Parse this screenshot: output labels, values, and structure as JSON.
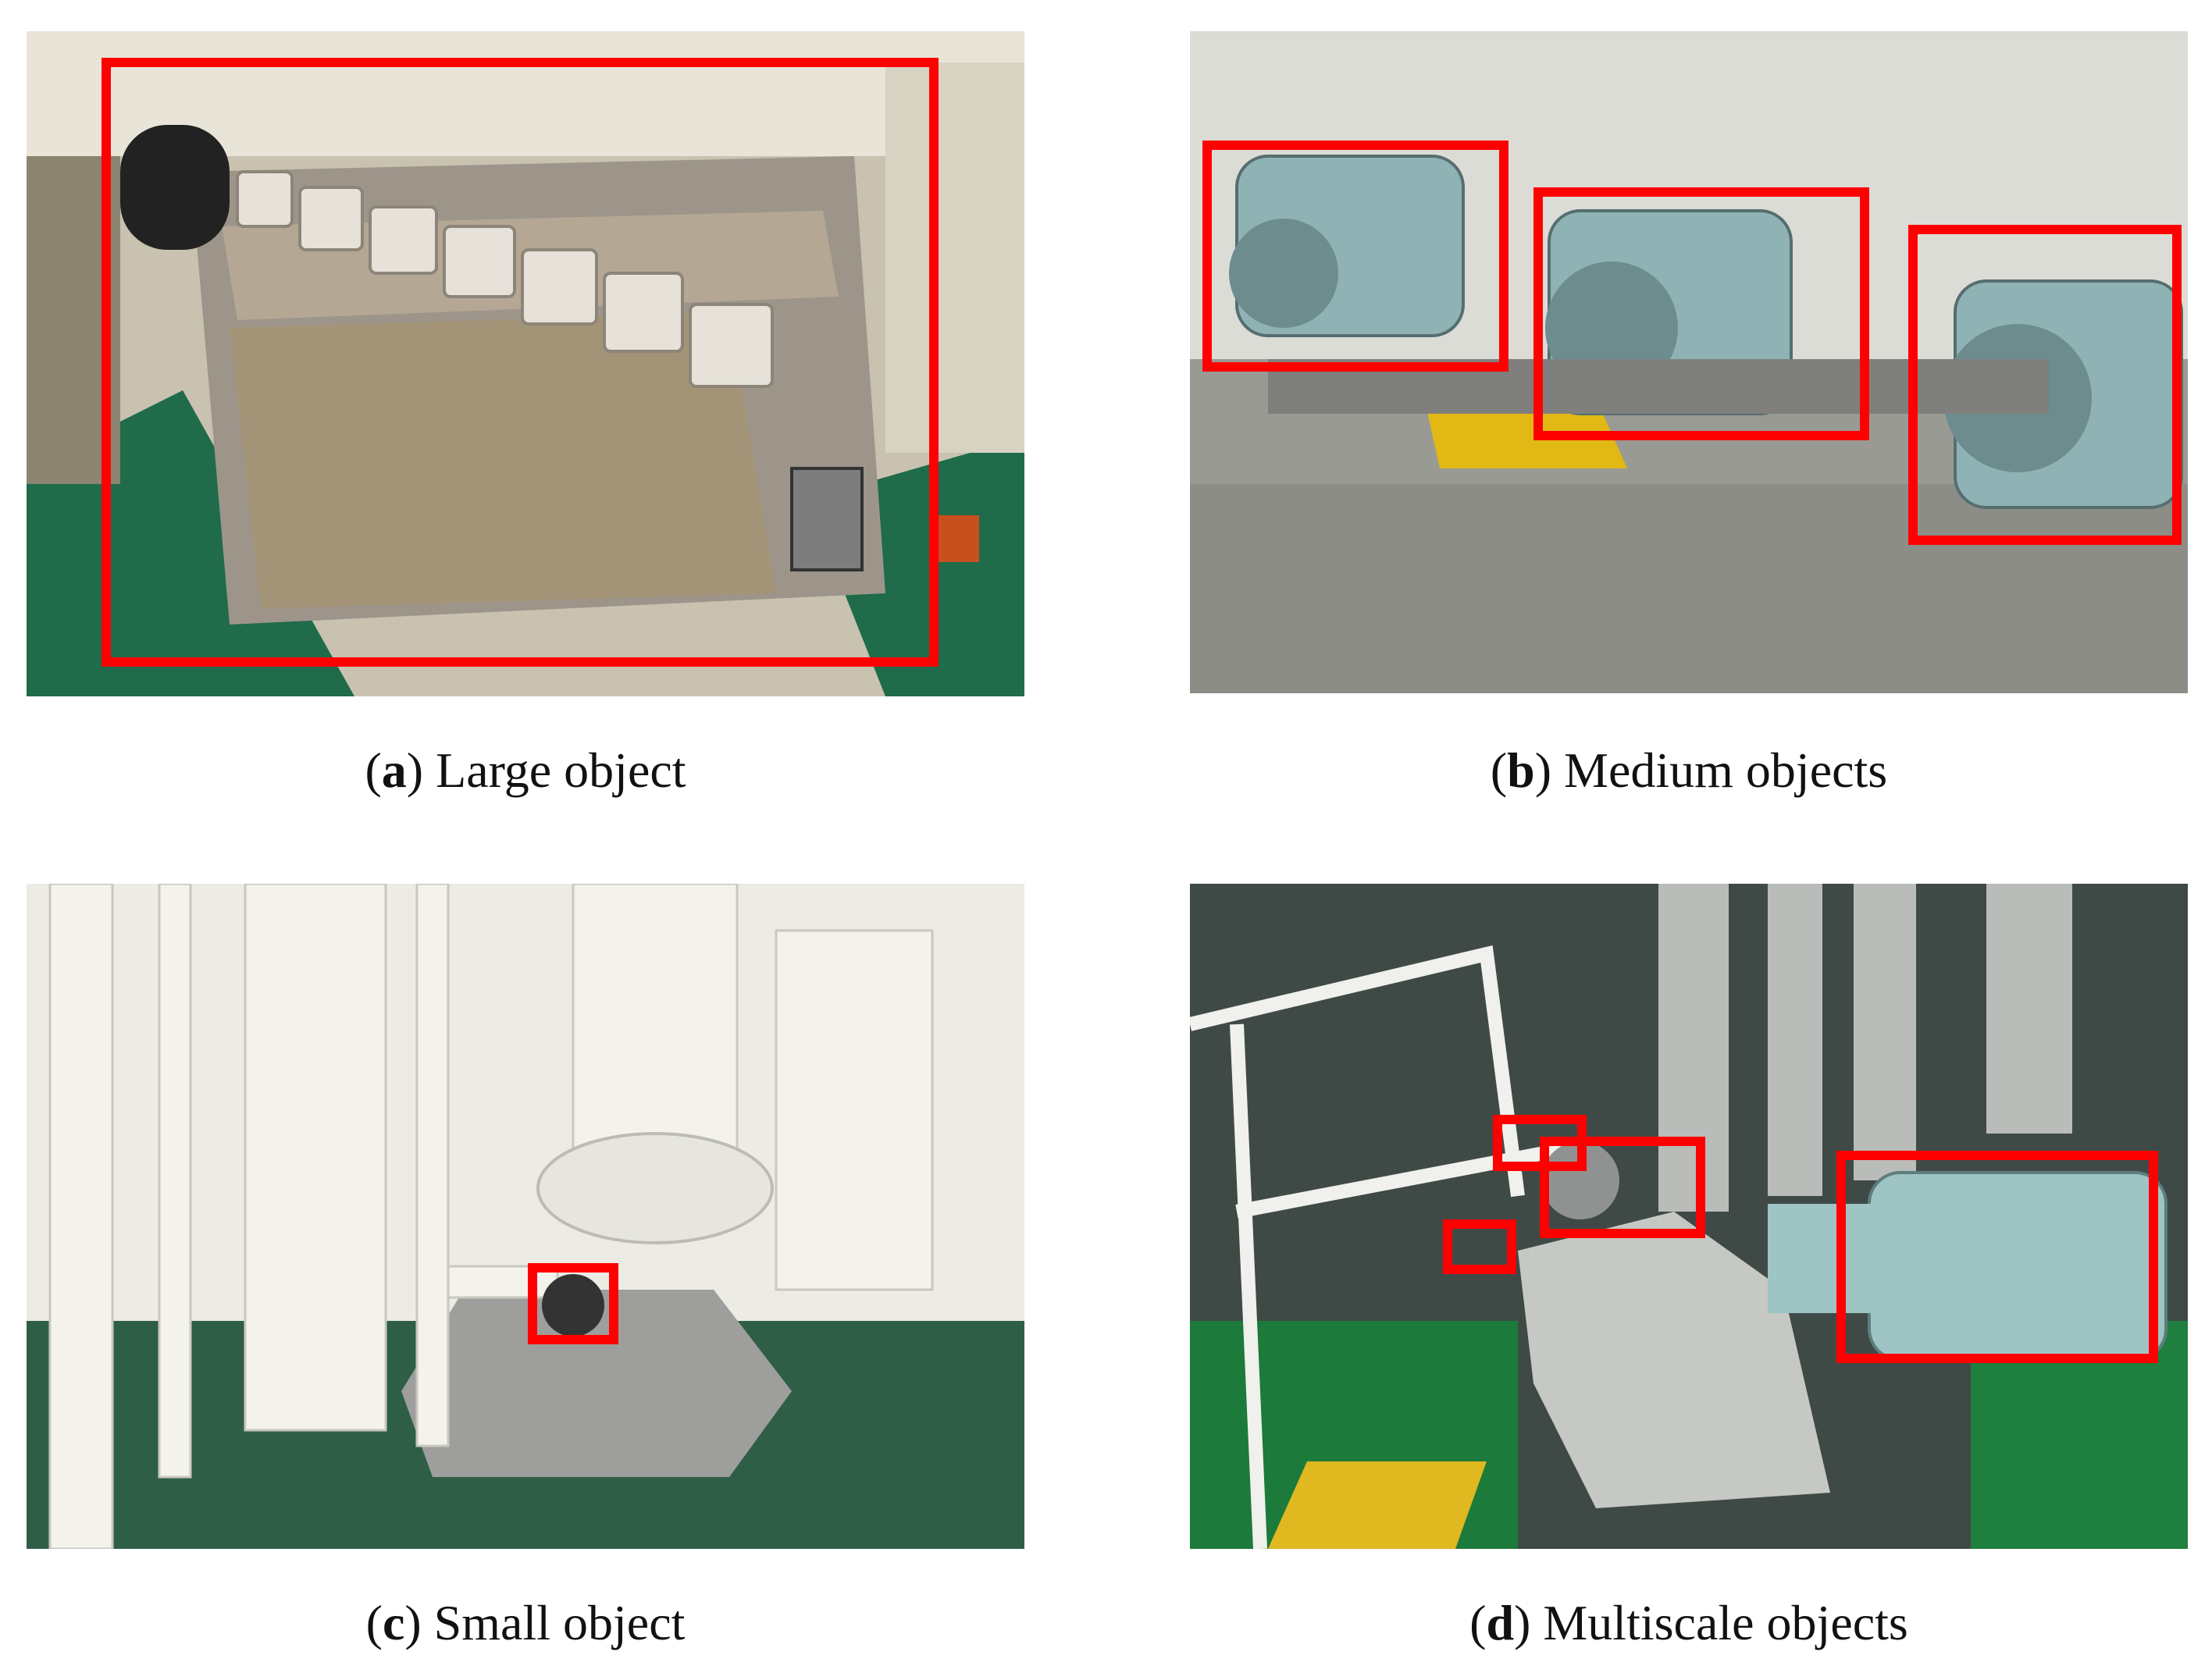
{
  "figure": {
    "panels": [
      {
        "id": "a",
        "letter": "a",
        "caption": "Large object"
      },
      {
        "id": "b",
        "letter": "b",
        "caption": "Medium objects"
      },
      {
        "id": "c",
        "letter": "c",
        "caption": "Small object"
      },
      {
        "id": "d",
        "letter": "d",
        "caption": "Multiscale objects"
      }
    ],
    "box_color": "#ff0000"
  }
}
